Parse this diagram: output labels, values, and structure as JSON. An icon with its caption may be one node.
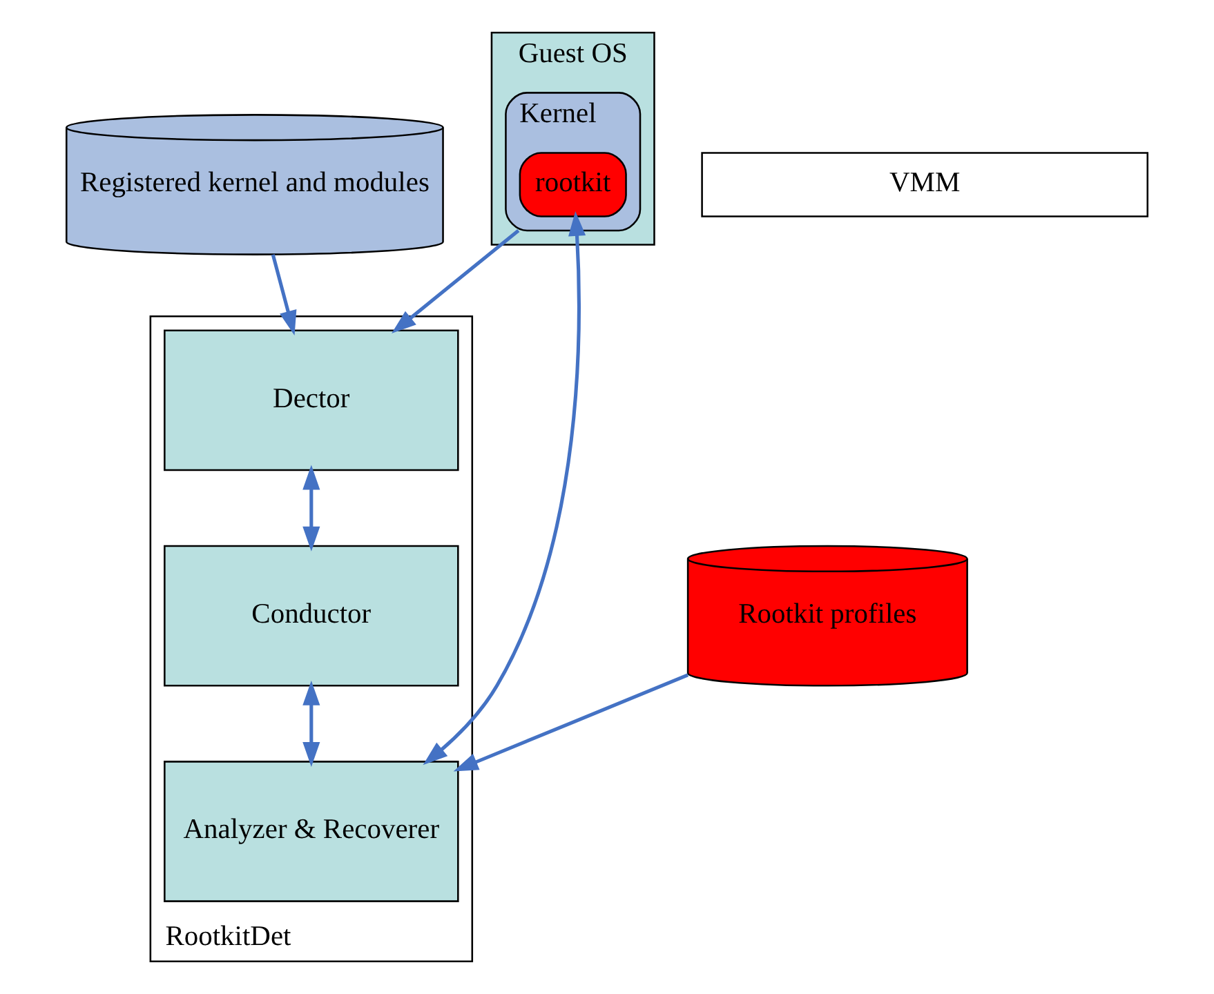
{
  "diagram": {
    "nodes": [
      {
        "text": [
          "Guest OS"
        ]
      },
      {
        "text": [
          "Kernel"
        ],
        "in": 0
      },
      {
        "text": [
          "rootkit"
        ],
        "in": 1
      },
      {
        "text": [
          "Registered kernel and modules"
        ]
      },
      {
        "text": [
          "Rootkit profiles"
        ]
      },
      {
        "text": [
          "VMM"
        ]
      },
      {
        "text": [
          "RootkitDet"
        ]
      },
      {
        "text": [
          "Dector"
        ],
        "in": 6
      },
      {
        "text": [
          "Analyzer & Recoverer"
        ],
        "in": 6
      },
      {
        "text": [
          "Conductor"
        ],
        "in": 6
      }
    ],
    "edges": [
      {
        "from": 3,
        "to": 7,
        "arrow": "to"
      },
      {
        "from": 1,
        "to": 7,
        "arrow": "to"
      },
      {
        "from": 2,
        "to": 8,
        "arrow": "both"
      },
      {
        "from": 4,
        "to": 8,
        "arrow": "to"
      },
      {
        "from": 7,
        "to": 9,
        "arrow": "both"
      },
      {
        "from": 9,
        "to": 8,
        "arrow": "both"
      }
    ]
  }
}
